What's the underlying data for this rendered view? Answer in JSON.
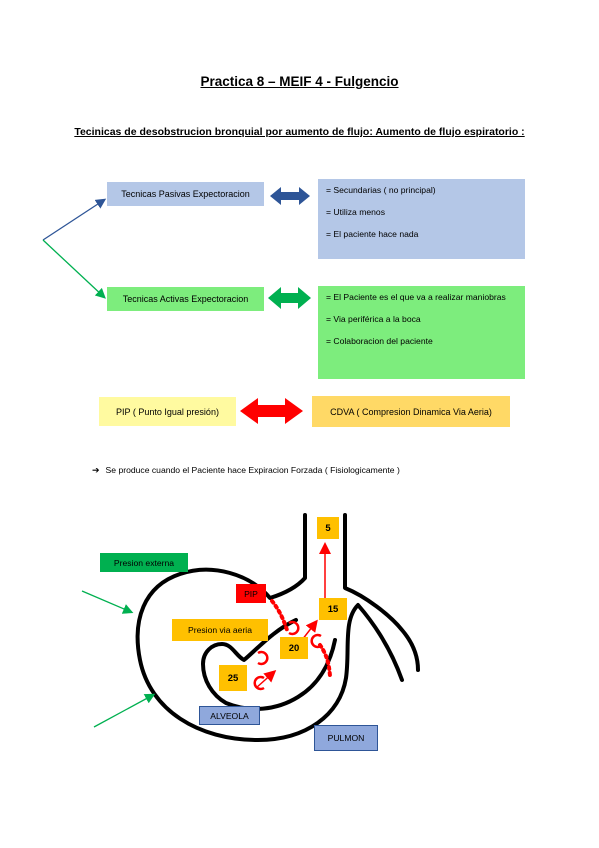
{
  "title": "Practica 8 – MEIF 4 - Fulgencio",
  "subtitle": "Tecinicas de desobstrucion bronquial por aumento de flujo: Aumento de flujo espiratorio :",
  "tecnicas": {
    "pasivas_label": "Tecnicas Pasivas Expectoracion",
    "pasivas_points": [
      "= Secundarias ( no principal)",
      "= Utiliza menos",
      "= El paciente hace nada"
    ],
    "activas_label": "Tecnicas Activas Expectoracion",
    "activas_points": [
      "= El Paciente es el que va a realizar maniobras",
      "= Via periférica a la boca",
      "= Colaboracion del paciente"
    ]
  },
  "pip_label": "PIP ( Punto Igual presión)",
  "cdva_label": "CDVA ( Compresion Dinamica Via Aeria)",
  "note": "Se produce cuando el Paciente hace Expiracion Forzada ( Fisiologicamente )",
  "diagram": {
    "presion_externa": "Presion externa",
    "pip": "PIP",
    "presion_via_aeria": "Presion via aeria",
    "alveola": "ALVEOLA",
    "pulmon": "PULMON",
    "values": [
      "5",
      "15",
      "20",
      "25"
    ]
  },
  "colors": {
    "blue_box": "#b4c7e7",
    "green_box": "#7ded7d",
    "yellow_box": "#fffaa0",
    "orange_box": "#ffd966",
    "value_box": "#ffc000",
    "pip_box": "#ff0000",
    "presion_externa_box": "#00b050",
    "arrow_blue": "#2e5597",
    "arrow_green": "#00b050",
    "arrow_red": "#ff0000"
  }
}
